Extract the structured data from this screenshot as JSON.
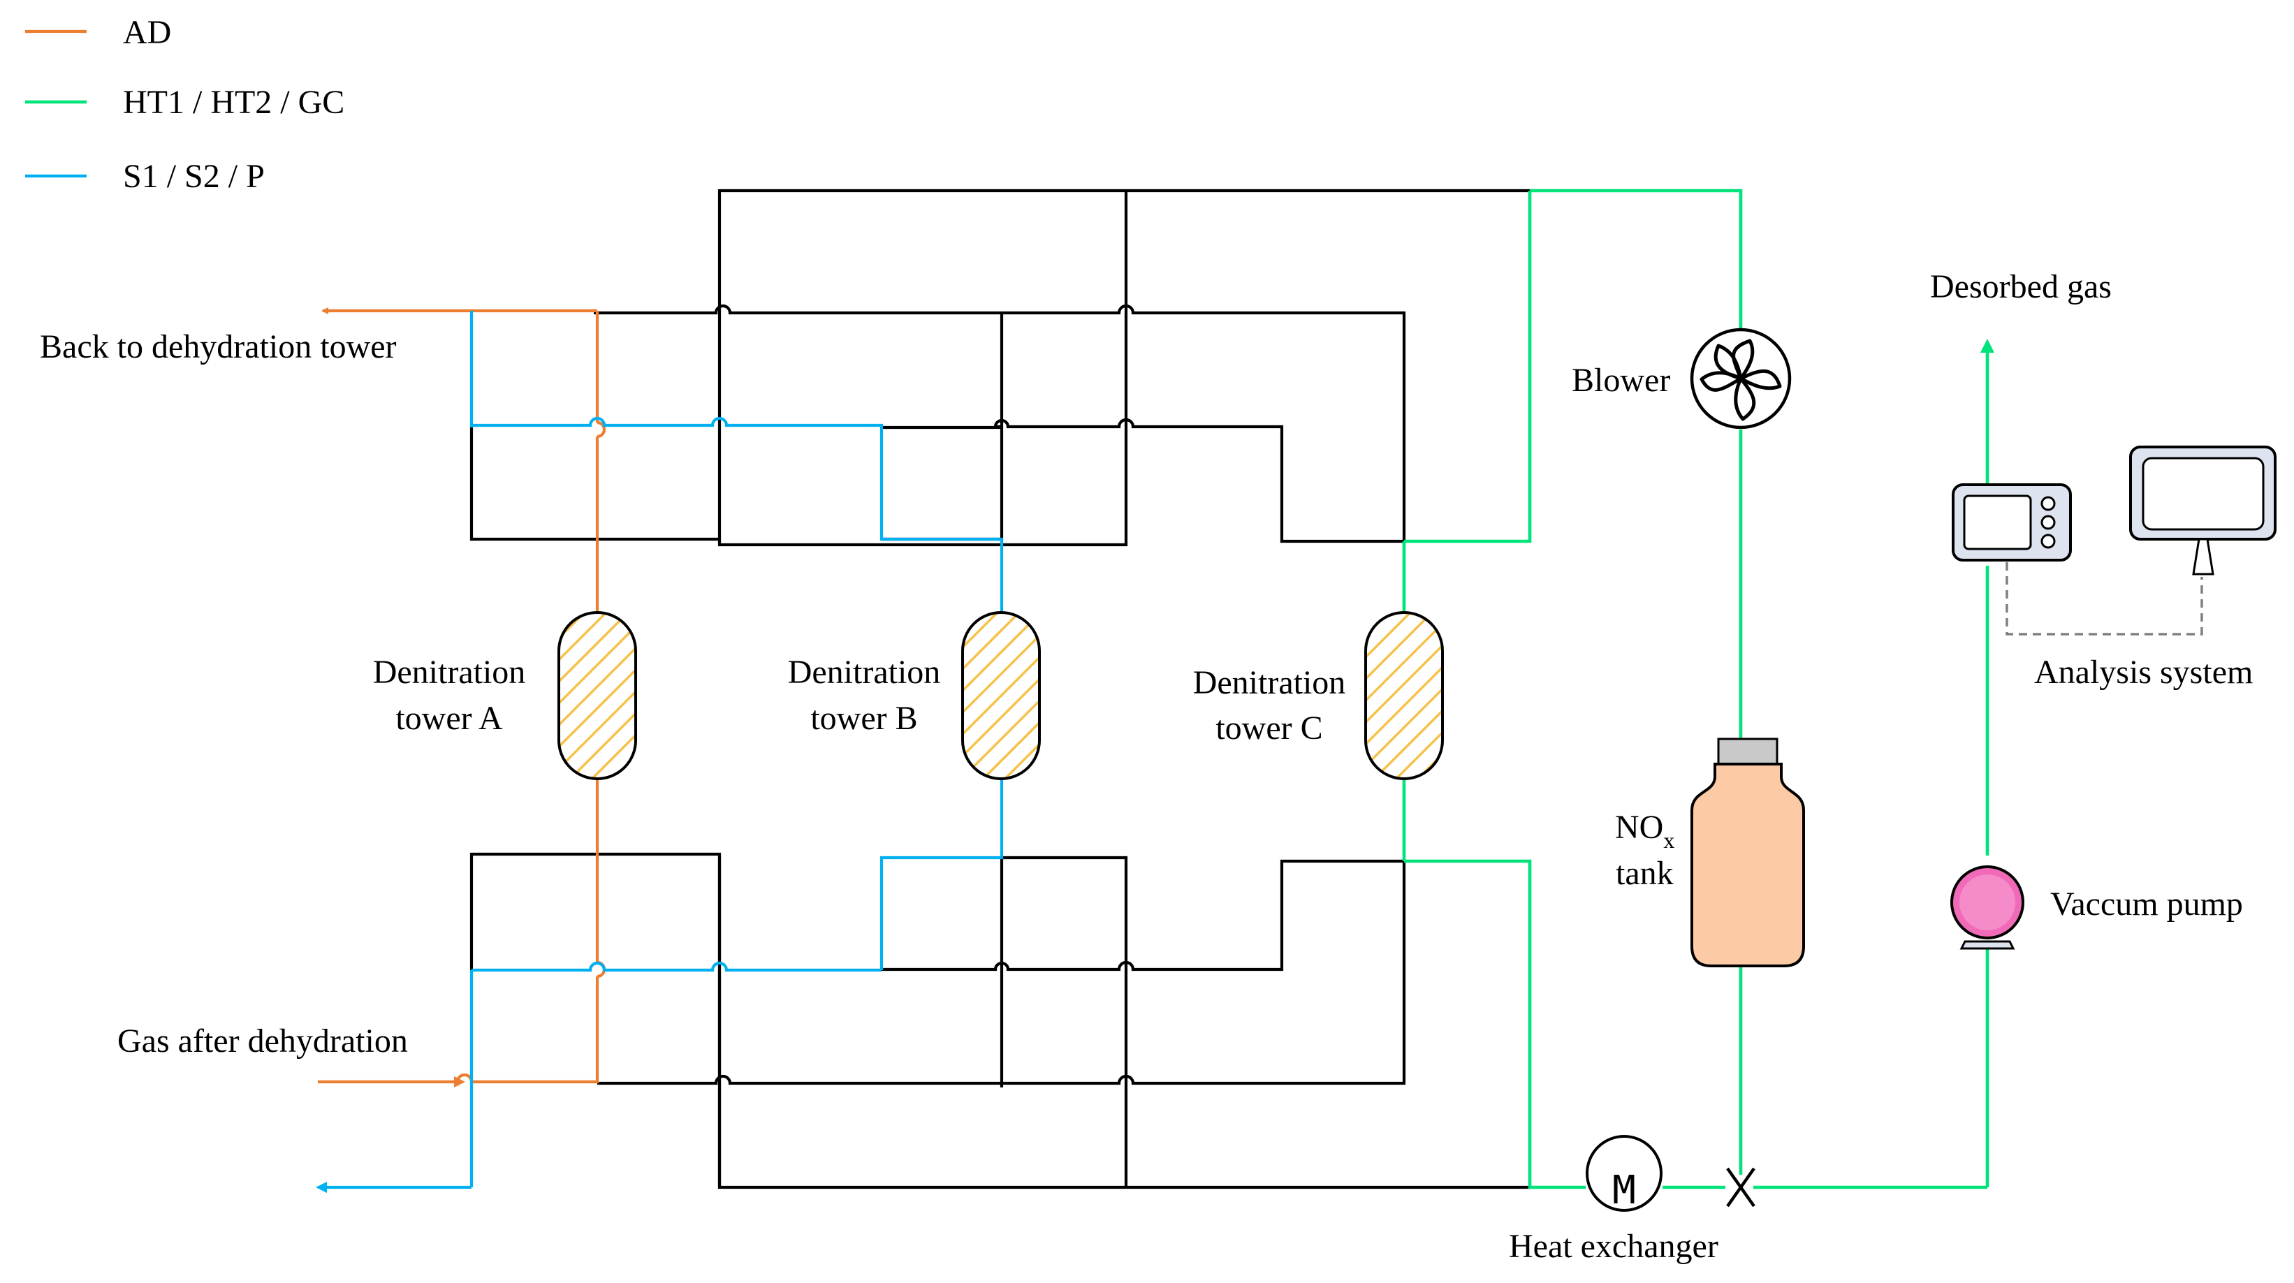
{
  "legend": {
    "items": [
      {
        "label": "AD",
        "color": "#ed7d31"
      },
      {
        "label": "HT1 / HT2 / GC",
        "color": "#00e27a"
      },
      {
        "label": "S1 / S2 / P",
        "color": "#00b0f0"
      }
    ]
  },
  "labels": {
    "back_to_dehydration": "Back to dehydration tower",
    "gas_after_dehydration": "Gas after dehydration",
    "tower_a_line1": "Denitration",
    "tower_a_line2": "tower A",
    "tower_b_line1": "Denitration",
    "tower_b_line2": "tower B",
    "tower_c_line1": "Denitration",
    "tower_c_line2": "tower C",
    "blower": "Blower",
    "desorbed_gas": "Desorbed gas",
    "analysis_system": "Analysis system",
    "nox_main": "NO",
    "nox_sub": "x",
    "nox_tank": "tank",
    "vacuum_pump": "Vaccum pump",
    "heat_exchanger": "Heat exchanger",
    "heat_exchanger_symbol": "M"
  },
  "colors": {
    "ad_line": "#ed7d31",
    "heating_line": "#00e27a",
    "sweep_line": "#00b0f0",
    "tower_fill": "#ffffff",
    "tower_hatch": "#f5c24a",
    "tank_fill": "#fccaa5",
    "tank_cap": "#c9c9c9",
    "pump_fill": "#f06ab8",
    "device_fill": "#dde4f0"
  },
  "icons": {
    "blower": "blower-fan-icon",
    "heat_exchanger": "heat-exchanger-icon",
    "valve": "valve-icon",
    "pump": "vacuum-pump-icon",
    "analyzer": "analyzer-device-icon",
    "monitor": "monitor-icon"
  }
}
